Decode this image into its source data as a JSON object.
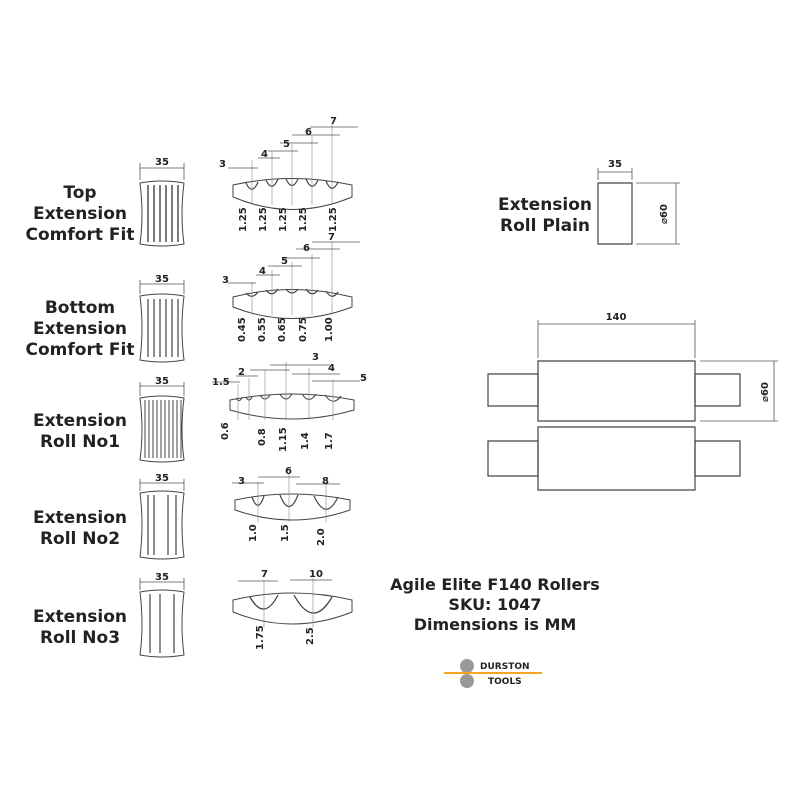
{
  "labels": {
    "top_ext": [
      "Top",
      "Extension",
      "Comfort Fit"
    ],
    "bottom_ext": [
      "Bottom",
      "Extension",
      "Comfort Fit"
    ],
    "no1": [
      "Extension",
      "Roll No1"
    ],
    "no2": [
      "Extension",
      "Roll No2"
    ],
    "no3": [
      "Extension",
      "Roll No3"
    ],
    "plain": [
      "Extension",
      "Roll Plain"
    ]
  },
  "width_dim": "35",
  "plain": {
    "width": "35",
    "diameter": "60"
  },
  "assembly": {
    "length": "140",
    "diameter": "60"
  },
  "profiles": {
    "top": {
      "widths": [
        "3",
        "4",
        "5",
        "6",
        "7"
      ],
      "depths": [
        "1.25",
        "1.25",
        "1.25",
        "1.25",
        "1.25"
      ]
    },
    "bottom": {
      "widths": [
        "3",
        "4",
        "5",
        "6",
        "7"
      ],
      "depths": [
        "0.45",
        "0.55",
        "0.65",
        "0.75",
        "1.00"
      ]
    },
    "no1": {
      "widths": [
        "1.5",
        "2",
        "3",
        "4",
        "5"
      ],
      "depths": [
        "0.6",
        "0.8",
        "1.15",
        "1.4",
        "1.7"
      ]
    },
    "no2": {
      "widths": [
        "3",
        "6",
        "8"
      ],
      "depths": [
        "1.0",
        "1.5",
        "2.0"
      ]
    },
    "no3": {
      "widths": [
        "7",
        "10"
      ],
      "depths": [
        "1.75",
        "2.5"
      ]
    }
  },
  "info": {
    "line1": "Agile Elite F140 Rollers",
    "line2": "SKU: 1047",
    "line3": "Dimensions is MM"
  },
  "logo": {
    "text1": "DURSTON",
    "text2": "TOOLS",
    "accent": "#f5a623"
  },
  "colors": {
    "line": "#444444",
    "text": "#222222"
  }
}
